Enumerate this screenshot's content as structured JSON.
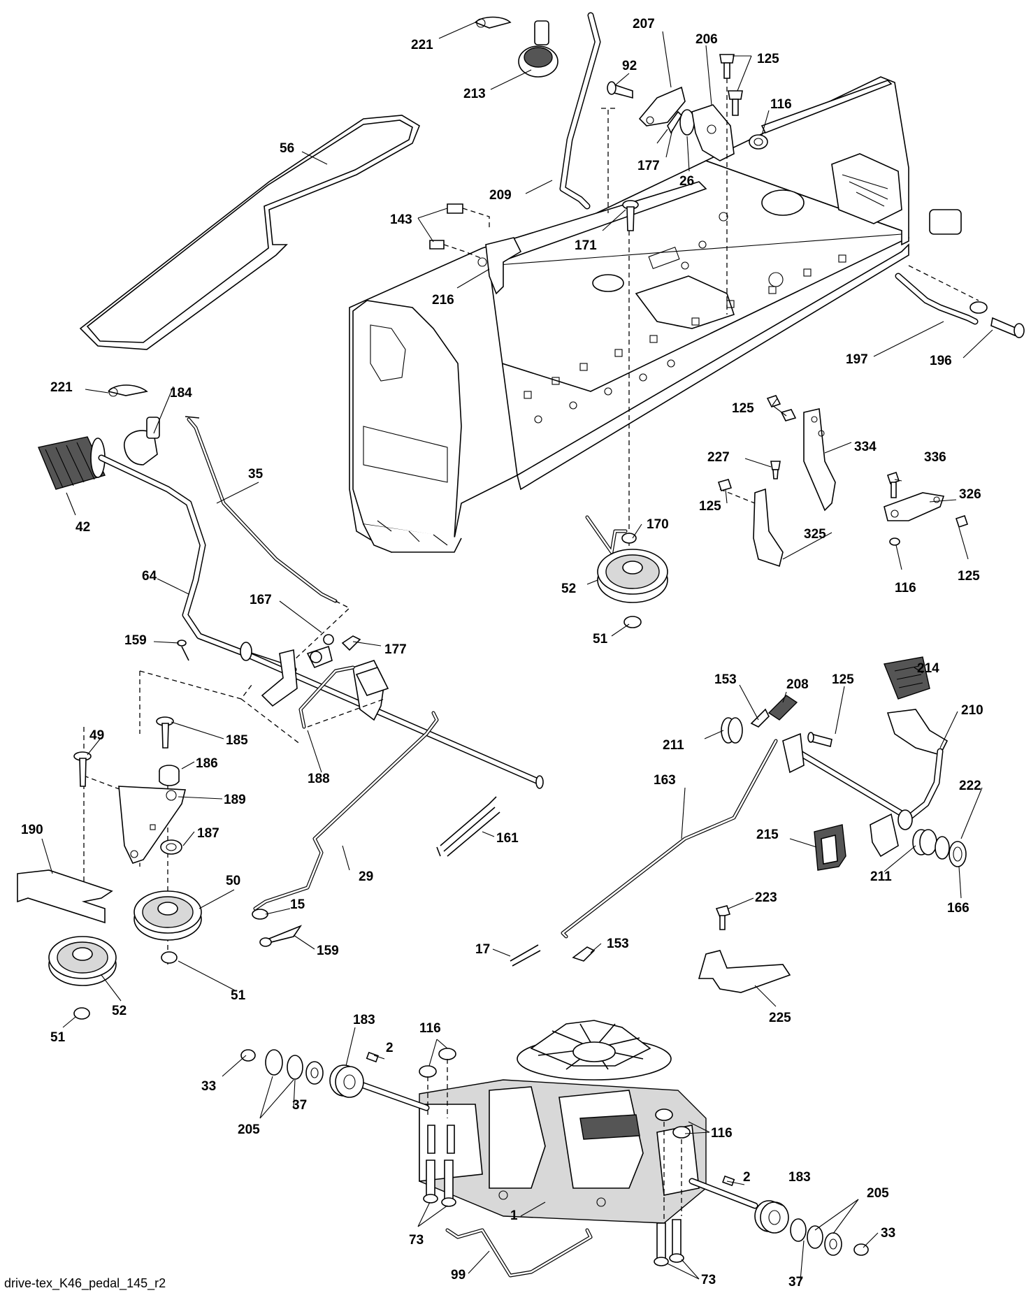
{
  "diagram": {
    "footer": "drive-tex_K46_pedal_145_r2",
    "labels": [
      {
        "id": "221",
        "text": "221"
      },
      {
        "id": "213",
        "text": "213"
      },
      {
        "id": "92",
        "text": "92"
      },
      {
        "id": "207",
        "text": "207"
      },
      {
        "id": "206",
        "text": "206"
      },
      {
        "id": "125",
        "text": "125"
      },
      {
        "id": "116",
        "text": "116"
      },
      {
        "id": "56",
        "text": "56"
      },
      {
        "id": "177",
        "text": "177"
      },
      {
        "id": "26",
        "text": "26"
      },
      {
        "id": "209",
        "text": "209"
      },
      {
        "id": "143",
        "text": "143"
      },
      {
        "id": "171",
        "text": "171"
      },
      {
        "id": "216",
        "text": "216"
      },
      {
        "id": "197",
        "text": "197"
      },
      {
        "id": "196",
        "text": "196"
      },
      {
        "id": "221",
        "text": "221"
      },
      {
        "id": "184",
        "text": "184"
      },
      {
        "id": "35",
        "text": "35"
      },
      {
        "id": "42",
        "text": "42"
      },
      {
        "id": "125",
        "text": "125"
      },
      {
        "id": "334",
        "text": "334"
      },
      {
        "id": "227",
        "text": "227"
      },
      {
        "id": "336",
        "text": "336"
      },
      {
        "id": "326",
        "text": "326"
      },
      {
        "id": "125",
        "text": "125"
      },
      {
        "id": "170",
        "text": "170"
      },
      {
        "id": "325",
        "text": "325"
      },
      {
        "id": "116",
        "text": "116"
      },
      {
        "id": "125",
        "text": "125"
      },
      {
        "id": "64",
        "text": "64"
      },
      {
        "id": "52",
        "text": "52"
      },
      {
        "id": "167",
        "text": "167"
      },
      {
        "id": "51",
        "text": "51"
      },
      {
        "id": "159",
        "text": "159"
      },
      {
        "id": "177",
        "text": "177"
      },
      {
        "id": "153",
        "text": "153"
      },
      {
        "id": "208",
        "text": "208"
      },
      {
        "id": "125",
        "text": "125"
      },
      {
        "id": "214",
        "text": "214"
      },
      {
        "id": "210",
        "text": "210"
      },
      {
        "id": "211",
        "text": "211"
      },
      {
        "id": "185",
        "text": "185"
      },
      {
        "id": "49",
        "text": "49"
      },
      {
        "id": "186",
        "text": "186"
      },
      {
        "id": "188",
        "text": "188"
      },
      {
        "id": "189",
        "text": "189"
      },
      {
        "id": "163",
        "text": "163"
      },
      {
        "id": "222",
        "text": "222"
      },
      {
        "id": "190",
        "text": "190"
      },
      {
        "id": "187",
        "text": "187"
      },
      {
        "id": "161",
        "text": "161"
      },
      {
        "id": "215",
        "text": "215"
      },
      {
        "id": "29",
        "text": "29"
      },
      {
        "id": "211",
        "text": "211"
      },
      {
        "id": "166",
        "text": "166"
      },
      {
        "id": "50",
        "text": "50"
      },
      {
        "id": "15",
        "text": "15"
      },
      {
        "id": "223",
        "text": "223"
      },
      {
        "id": "159",
        "text": "159"
      },
      {
        "id": "17",
        "text": "17"
      },
      {
        "id": "153",
        "text": "153"
      },
      {
        "id": "51",
        "text": "51"
      },
      {
        "id": "52",
        "text": "52"
      },
      {
        "id": "225",
        "text": "225"
      },
      {
        "id": "51",
        "text": "51"
      },
      {
        "id": "183",
        "text": "183"
      },
      {
        "id": "116",
        "text": "116"
      },
      {
        "id": "2",
        "text": "2"
      },
      {
        "id": "33",
        "text": "33"
      },
      {
        "id": "37",
        "text": "37"
      },
      {
        "id": "205",
        "text": "205"
      },
      {
        "id": "116",
        "text": "116"
      },
      {
        "id": "2",
        "text": "2"
      },
      {
        "id": "183",
        "text": "183"
      },
      {
        "id": "205",
        "text": "205"
      },
      {
        "id": "1",
        "text": "1"
      },
      {
        "id": "73",
        "text": "73"
      },
      {
        "id": "33",
        "text": "33"
      },
      {
        "id": "99",
        "text": "99"
      },
      {
        "id": "37",
        "text": "37"
      },
      {
        "id": "73",
        "text": "73"
      }
    ]
  }
}
